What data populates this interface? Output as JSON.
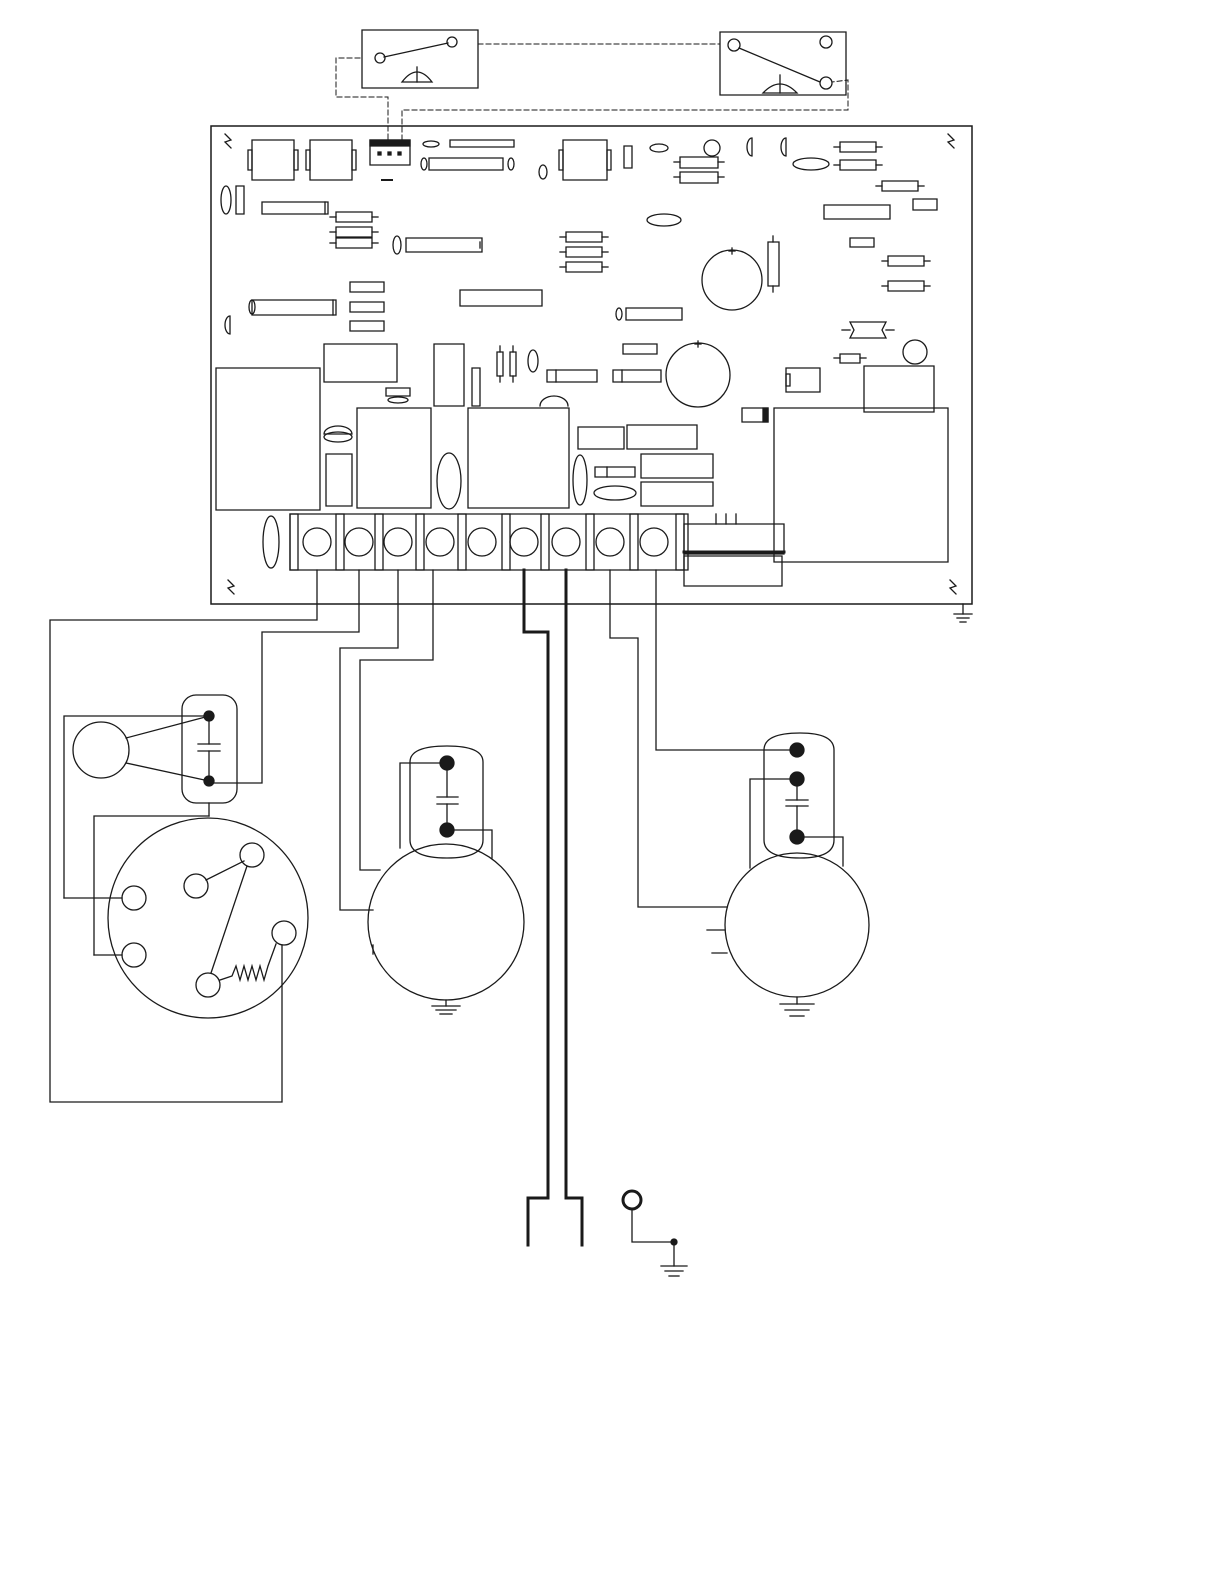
{
  "diagram": {
    "type": "wiring-schematic",
    "line_color": "#1a1a1a",
    "background": "#ffffff",
    "labels": [],
    "components": {
      "limit_switches": 2,
      "control_board": 1,
      "terminal_block_positions": 9,
      "motor_start_switch": 1,
      "motors": 2,
      "power_leads": 2,
      "ground_terminal": 1
    }
  }
}
